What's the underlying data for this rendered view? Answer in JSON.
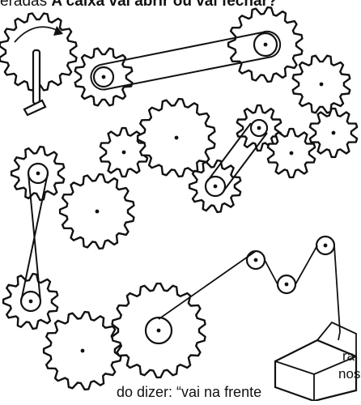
{
  "header": {
    "prefix": "eradas",
    "question": "A caixa vai abrir ou vai fechar?"
  },
  "fragments": {
    "left_1": "ra",
    "left_2": "nos",
    "bottom": "do dizer: “vai na frente"
  },
  "colors": {
    "ink": "#111111",
    "paper": "#ffffff"
  },
  "icons": [
    "crank-handle-icon",
    "rotation-arrow-icon",
    "box-icon"
  ]
}
